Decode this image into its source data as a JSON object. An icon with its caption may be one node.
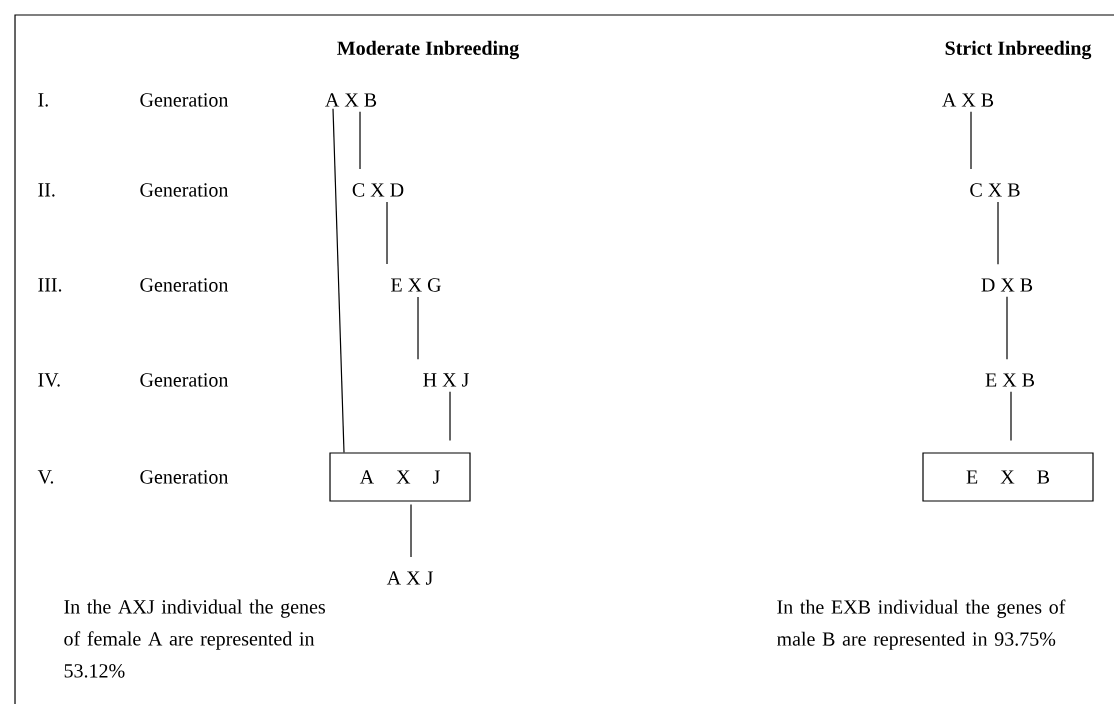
{
  "diagram": {
    "nodes": [
      {
        "text": [
          "A X B"
        ]
      },
      {
        "text": [
          "C X D"
        ]
      },
      {
        "text": [
          "E X G"
        ]
      },
      {
        "text": [
          "H X J"
        ]
      },
      {
        "text": [
          "A X J"
        ]
      },
      {
        "text": [
          "A X J"
        ]
      },
      {
        "text": [
          "A X B"
        ]
      },
      {
        "text": [
          "C X B"
        ]
      },
      {
        "text": [
          "D X B"
        ]
      },
      {
        "text": [
          "E X B"
        ]
      },
      {
        "text": [
          "E X B"
        ]
      }
    ],
    "edges": [
      {
        "from": 0,
        "to": 1,
        "arrow": "none"
      },
      {
        "from": 1,
        "to": 2,
        "arrow": "none"
      },
      {
        "from": 2,
        "to": 3,
        "arrow": "none"
      },
      {
        "from": 3,
        "to": 4,
        "arrow": "none"
      },
      {
        "from": 0,
        "to": 4,
        "arrow": "none"
      },
      {
        "from": 4,
        "to": 5,
        "arrow": "none"
      },
      {
        "from": 6,
        "to": 7,
        "arrow": "none"
      },
      {
        "from": 7,
        "to": 8,
        "arrow": "none"
      },
      {
        "from": 8,
        "to": 9,
        "arrow": "none"
      },
      {
        "from": 9,
        "to": 10,
        "arrow": "none"
      }
    ],
    "labels": [
      "Moderate Inbreeding",
      "Strict Inbreeding",
      "I.",
      "Generation",
      "II.",
      "Generation",
      "III.",
      "Generation",
      "IV.",
      "Generation",
      "V.",
      "Generation",
      "In the AXJ individual the genes of female A are represented in 53.12%",
      "In the EXB individual the genes of male B are represented in 93.75%"
    ]
  }
}
